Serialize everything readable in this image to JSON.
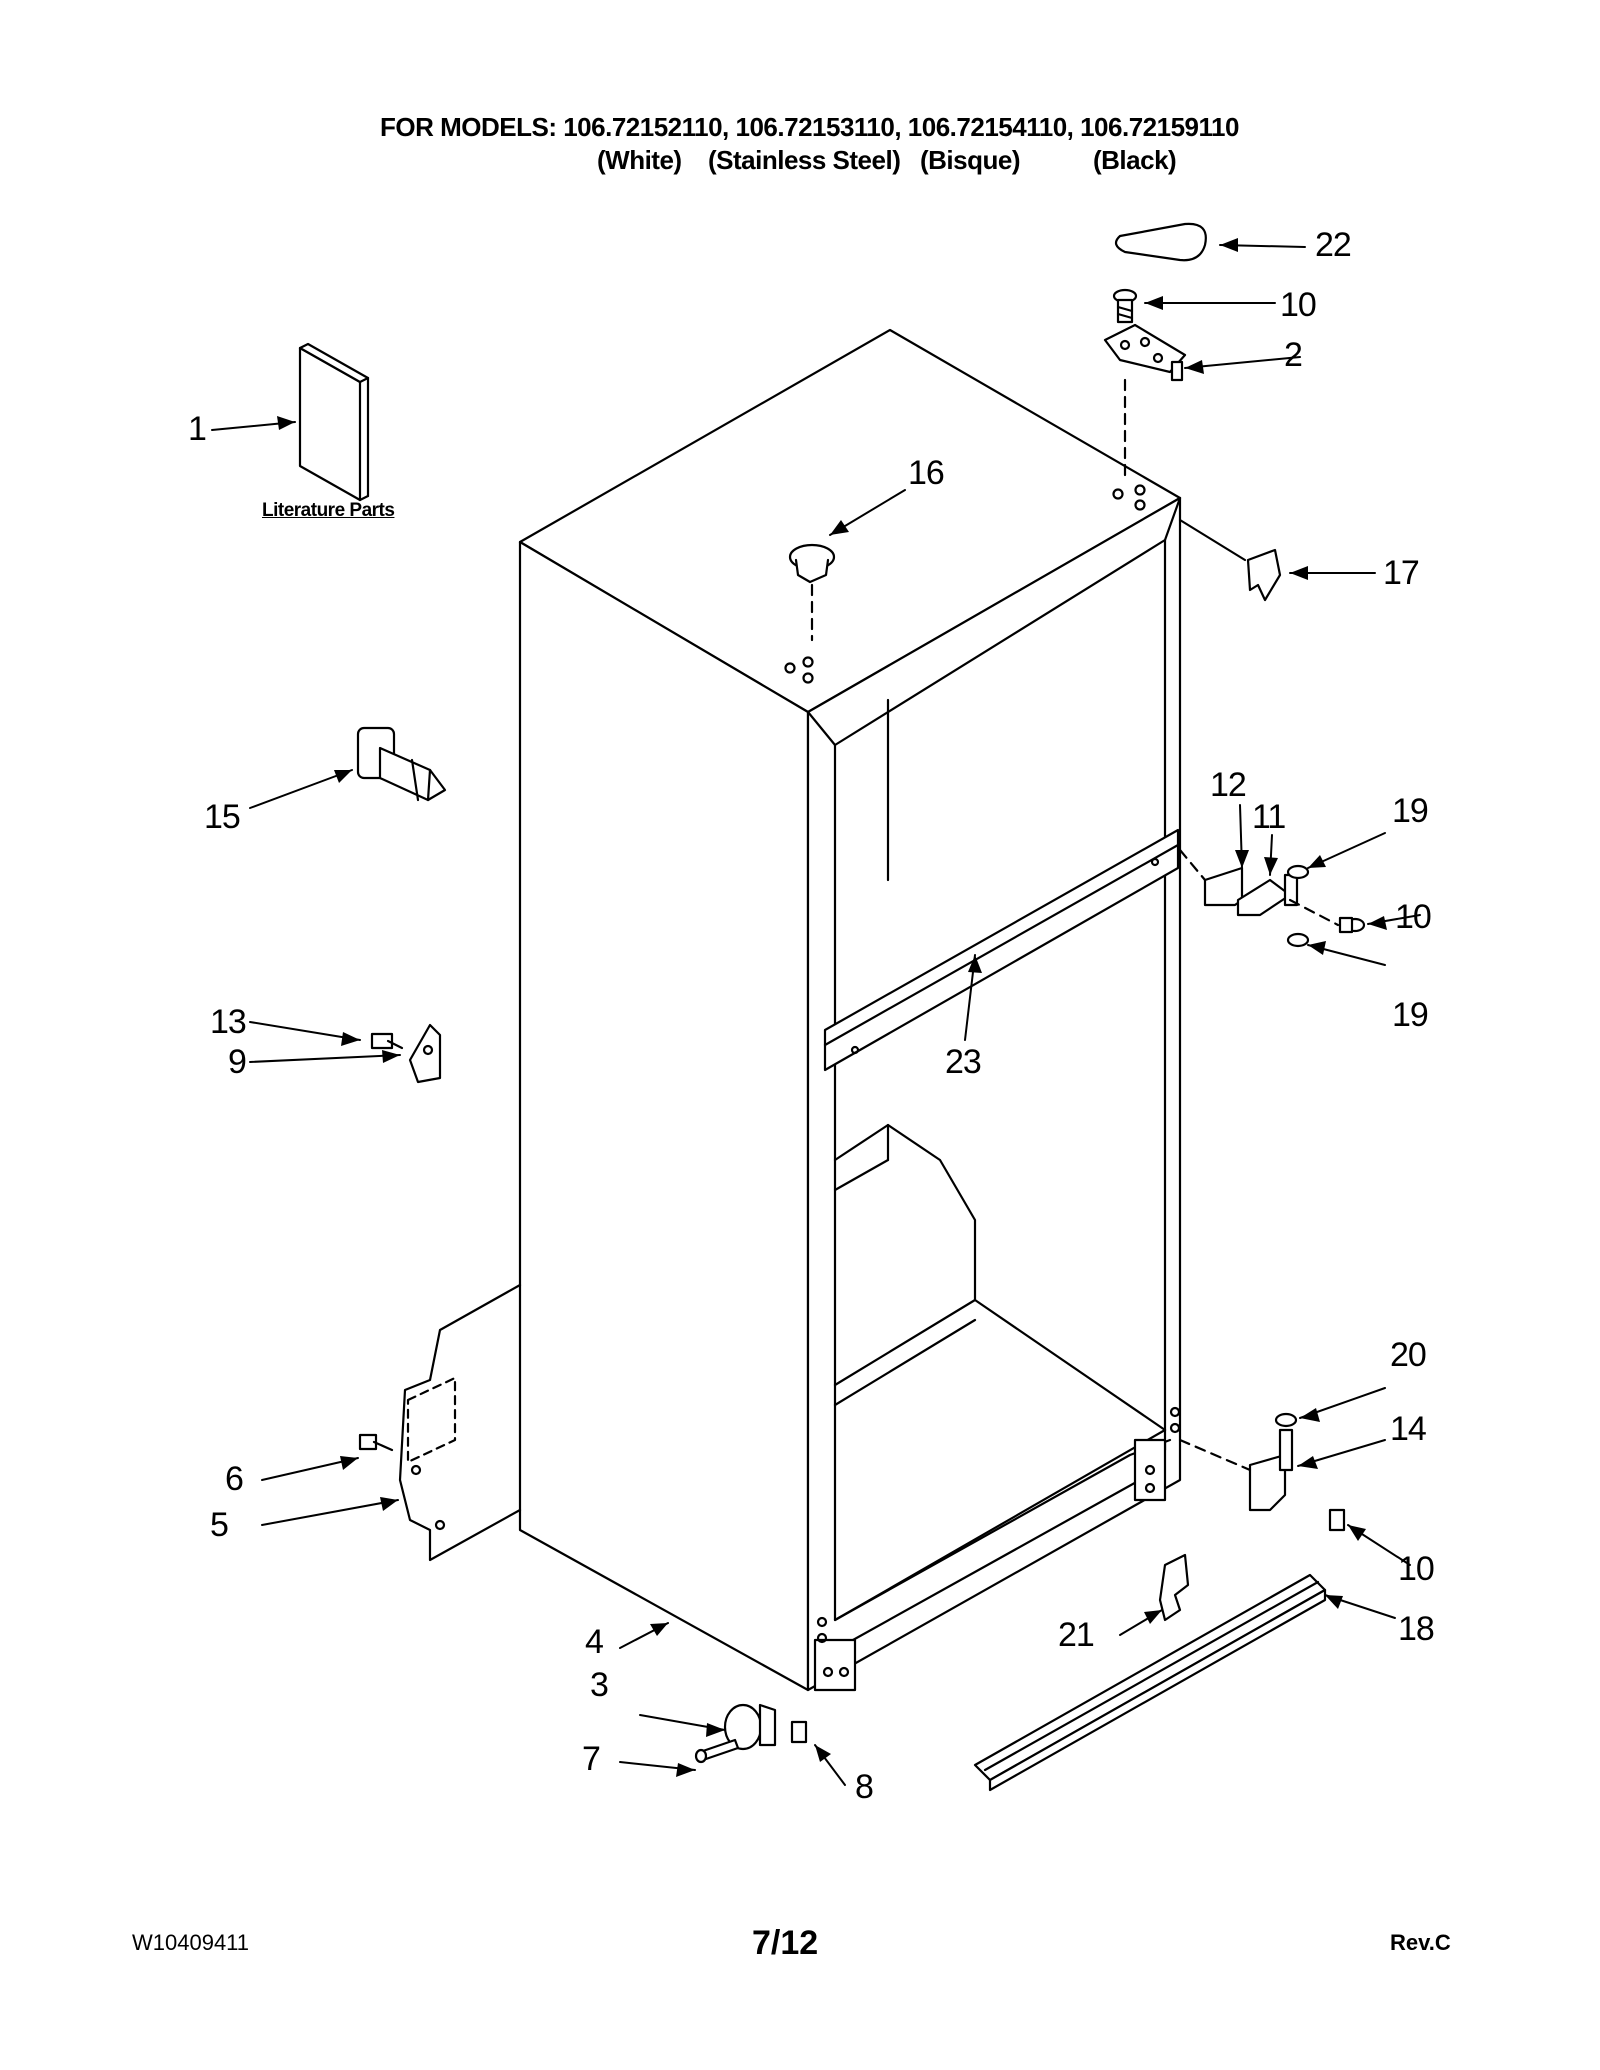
{
  "header": {
    "models_line": "FOR MODELS: 106.72152110, 106.72153110, 106.72154110, 106.72159110",
    "colors": [
      "(White)",
      "(Stainless Steel)",
      "(Bisque)",
      "(Black)"
    ]
  },
  "literature_label": "Literature Parts",
  "callouts": {
    "c1": "1",
    "c2": "2",
    "c3": "3",
    "c4": "4",
    "c5": "5",
    "c6": "6",
    "c7": "7",
    "c8": "8",
    "c9": "9",
    "c10a": "10",
    "c10b": "10",
    "c10c": "10",
    "c11": "11",
    "c12": "12",
    "c13": "13",
    "c14": "14",
    "c15": "15",
    "c16": "16",
    "c17": "17",
    "c18": "18",
    "c19a": "19",
    "c19b": "19",
    "c20": "20",
    "c21": "21",
    "c22": "22",
    "c23": "23"
  },
  "footer": {
    "doc_number": "W10409411",
    "page": "7/12",
    "revision": "Rev.C"
  }
}
